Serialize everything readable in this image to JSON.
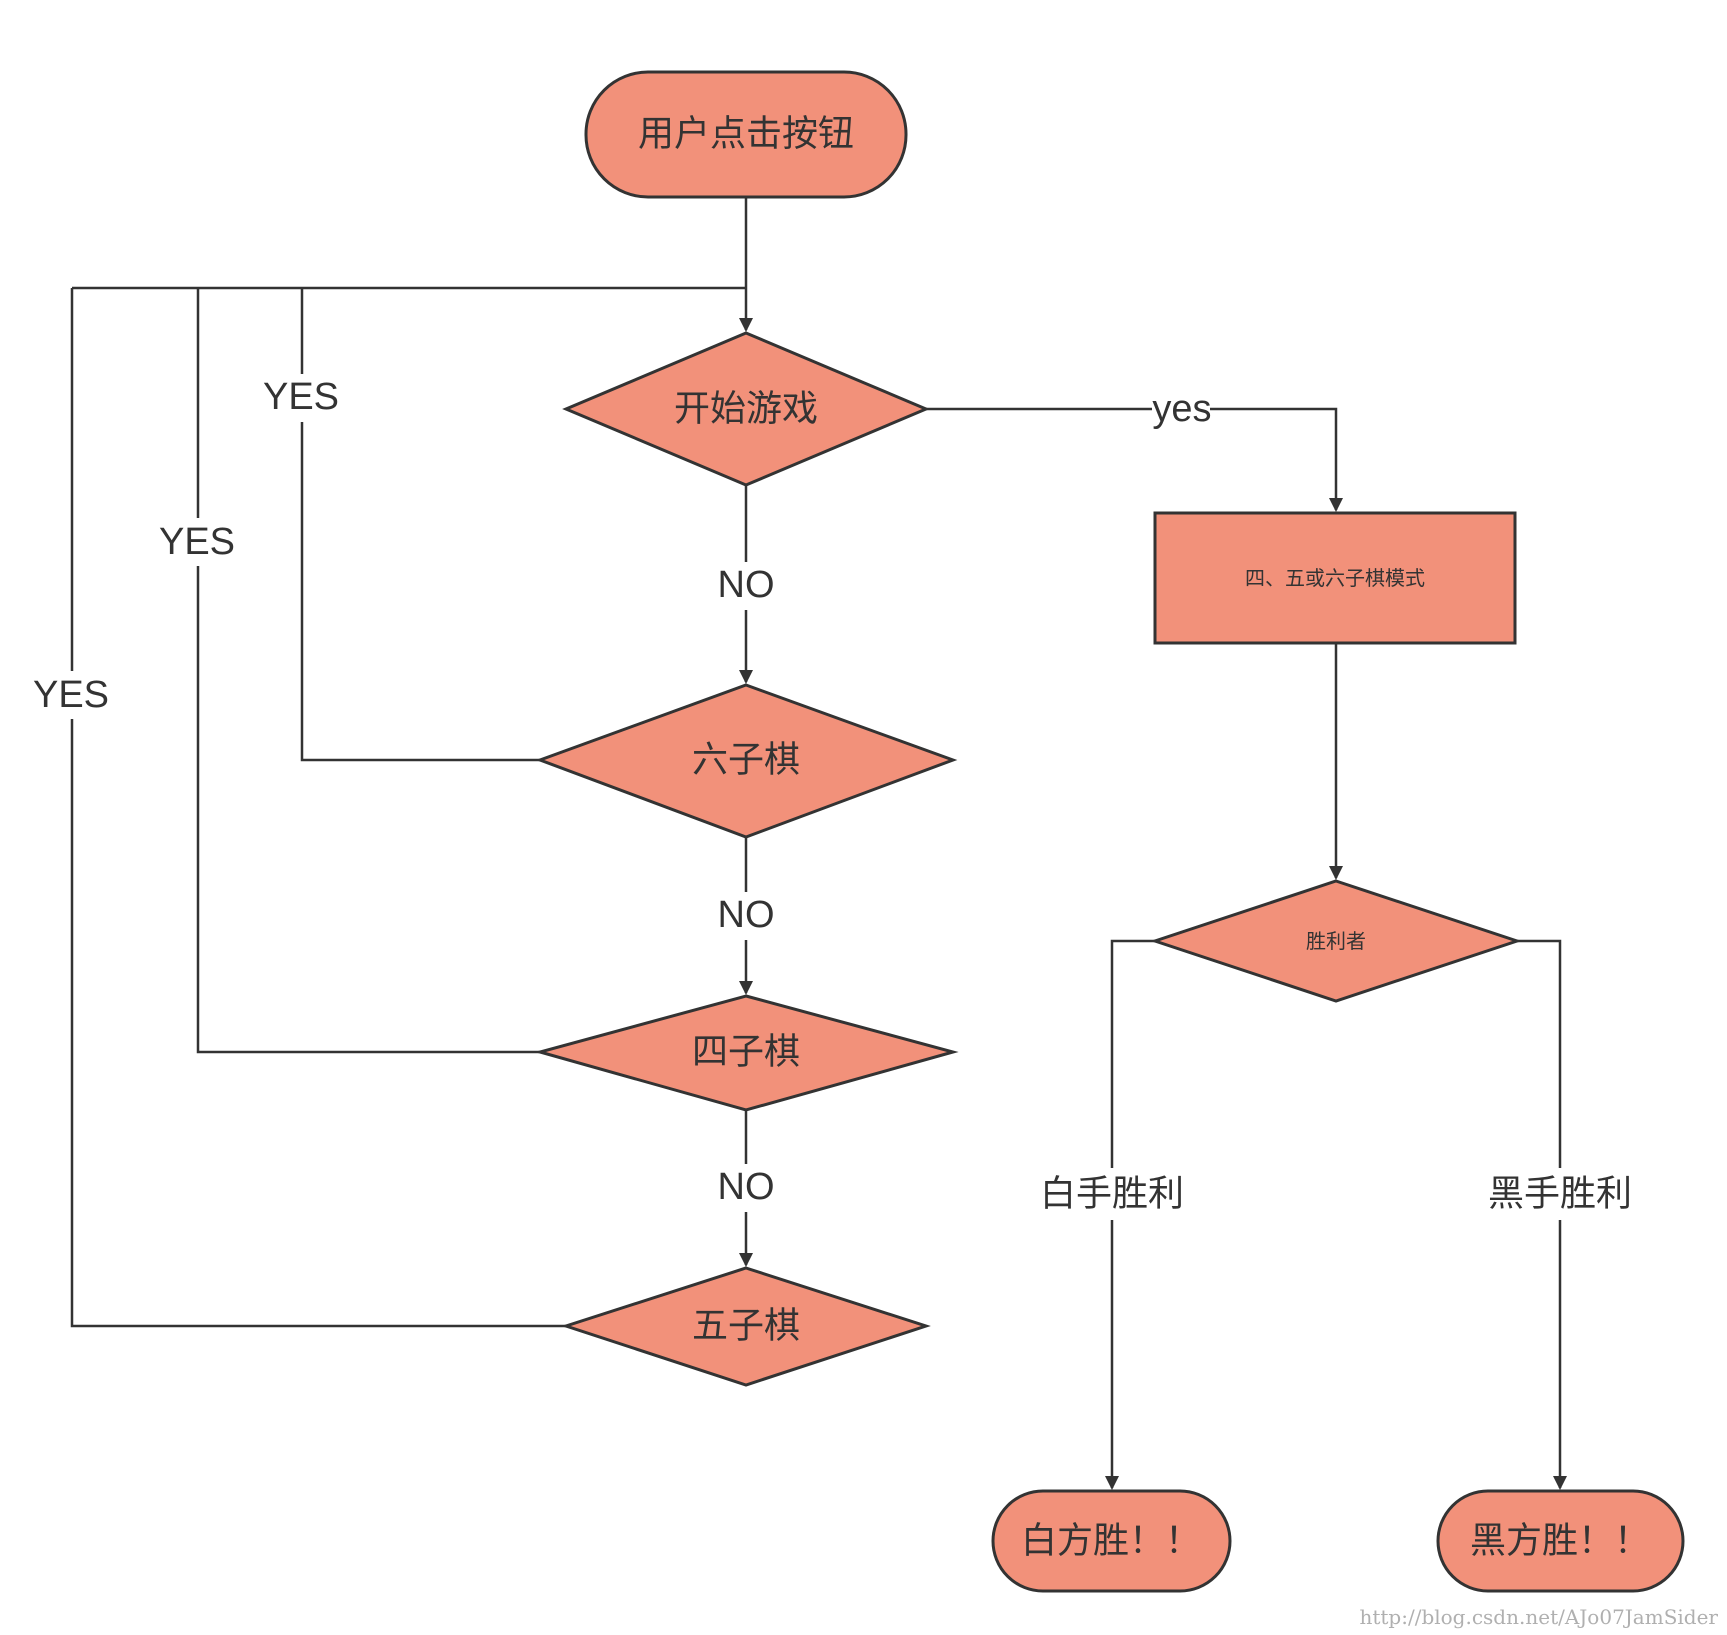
{
  "colors": {
    "node_fill": "#f2917a",
    "stroke": "#333333",
    "background": "#ffffff"
  },
  "nodes": {
    "start": "用户点击按钮",
    "start_game": "开始游戏",
    "six": "六子棋",
    "four": "四子棋",
    "five": "五子棋",
    "mode": "四、五或六子棋模式",
    "winner": "胜利者",
    "white_win": "白方胜！！",
    "black_win": "黑方胜！！"
  },
  "edge_labels": {
    "yes_mode": "yes",
    "no_1": "NO",
    "no_2": "NO",
    "no_3": "NO",
    "yes_six": "YES",
    "yes_four": "YES",
    "yes_five": "YES",
    "white_hand": "白手胜利",
    "black_hand": "黑手胜利"
  },
  "watermark": "http://blog.csdn.net/AJo07JamSider"
}
